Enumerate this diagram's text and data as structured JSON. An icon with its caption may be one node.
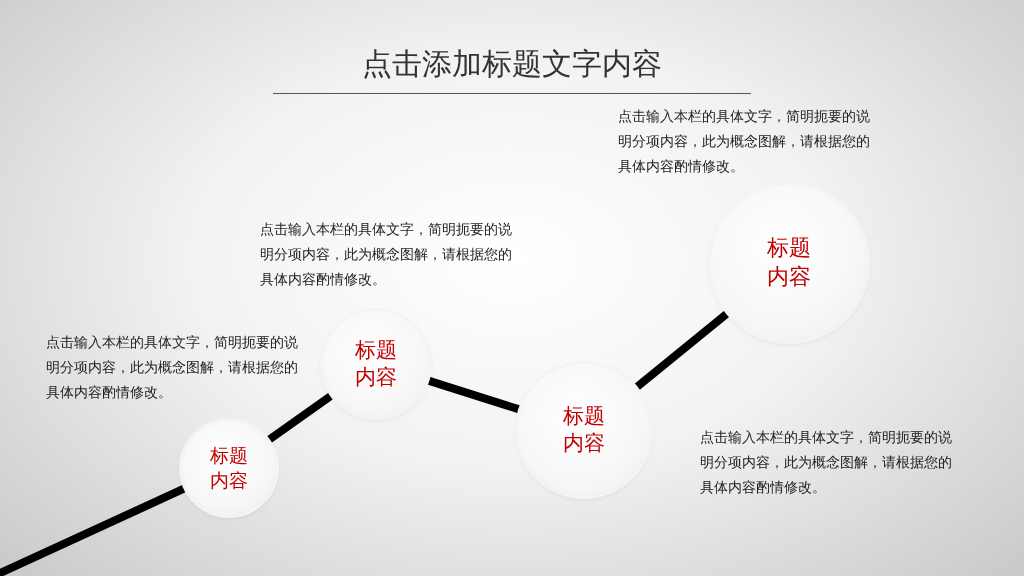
{
  "diagram": {
    "title": "点击添加标题文字内容",
    "nodes": [
      {
        "text": [
          "标题内容"
        ],
        "beside": [
          "点击输入本栏的具体文字，简明扼要的说明分项内容，此为概念图解，请根据您的具体内容酌情修改。"
        ]
      },
      {
        "text": [
          "标题内容"
        ],
        "beside": [
          "点击输入本栏的具体文字，简明扼要的说明分项内容，此为概念图解，请根据您的具体内容酌情修改。"
        ]
      },
      {
        "text": [
          "标题内容"
        ],
        "beside": [
          "点击输入本栏的具体文字，简明扼要的说明分项内容，此为概念图解，请根据您的具体内容酌情修改。"
        ]
      },
      {
        "text": [
          "标题内容"
        ],
        "beside": [
          "点击输入本栏的具体文字，简明扼要的说明分项内容，此为概念图解，请根据您的具体内容酌情修改。"
        ]
      }
    ],
    "edges": [
      {
        "from": null,
        "to": 0,
        "arrow": "none"
      },
      {
        "from": 0,
        "to": 1,
        "arrow": "none"
      },
      {
        "from": 1,
        "to": 2,
        "arrow": "none"
      },
      {
        "from": 2,
        "to": 3,
        "arrow": "none"
      }
    ]
  }
}
